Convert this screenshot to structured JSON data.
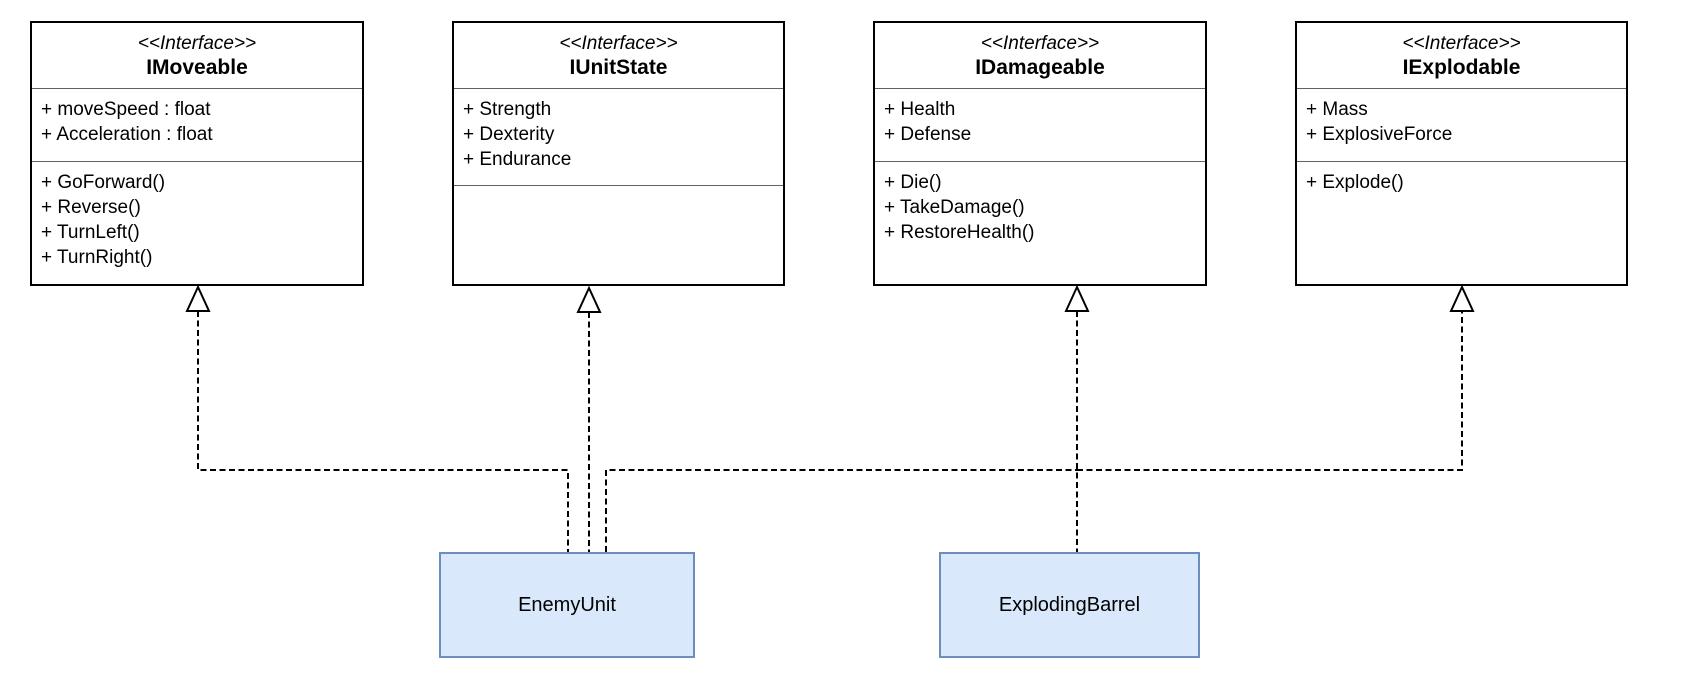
{
  "diagram": {
    "type": "uml-class-diagram",
    "colors": {
      "background": "#ffffff",
      "interface_fill": "#ffffff",
      "interface_border": "#000000",
      "section_divider": "#616161",
      "class_fill": "#dae8fc",
      "class_border": "#6c8ebf",
      "connector": "#000000",
      "text": "#000000"
    },
    "interfaces": [
      {
        "stereotype": "<<Interface>>",
        "name": "IMoveable",
        "attributes": [
          "+ moveSpeed : float",
          "+ Acceleration : float"
        ],
        "methods": [
          "+ GoForward()",
          "+ Reverse()",
          "+ TurnLeft()",
          "+ TurnRight()"
        ]
      },
      {
        "stereotype": "<<Interface>>",
        "name": "IUnitState",
        "attributes": [
          "+ Strength",
          "+ Dexterity",
          "+ Endurance"
        ],
        "methods": []
      },
      {
        "stereotype": "<<Interface>>",
        "name": "IDamageable",
        "attributes": [
          "+ Health",
          "+ Defense"
        ],
        "methods": [
          "+ Die()",
          "+ TakeDamage()",
          "+ RestoreHealth()"
        ]
      },
      {
        "stereotype": "<<Interface>>",
        "name": "IExplodable",
        "attributes": [
          "+ Mass",
          "+ ExplosiveForce"
        ],
        "methods": [
          "+ Explode()"
        ]
      }
    ],
    "classes": [
      {
        "name": "EnemyUnit"
      },
      {
        "name": "ExplodingBarrel"
      }
    ],
    "relationships": [
      {
        "from": "EnemyUnit",
        "to": "IMoveable",
        "type": "realization",
        "line": "dashed",
        "arrowhead": "hollow-triangle"
      },
      {
        "from": "EnemyUnit",
        "to": "IUnitState",
        "type": "realization",
        "line": "dashed",
        "arrowhead": "hollow-triangle"
      },
      {
        "from": "EnemyUnit",
        "to": "IDamageable",
        "type": "realization",
        "line": "dashed",
        "arrowhead": "hollow-triangle"
      },
      {
        "from": "ExplodingBarrel",
        "to": "IDamageable",
        "type": "realization",
        "line": "dashed",
        "arrowhead": "hollow-triangle"
      },
      {
        "from": "ExplodingBarrel",
        "to": "IExplodable",
        "type": "realization",
        "line": "dashed",
        "arrowhead": "hollow-triangle"
      }
    ]
  }
}
